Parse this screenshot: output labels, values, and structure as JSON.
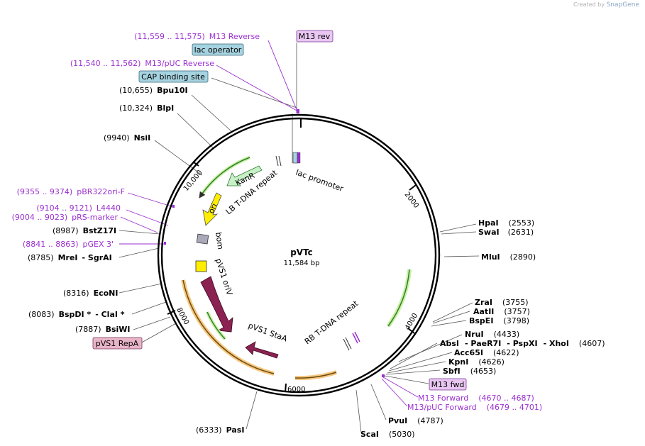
{
  "credit": {
    "prefix": "Created by",
    "brand": "SnapGene"
  },
  "plasmid": {
    "name": "pVTc",
    "size": "11,584 bp"
  },
  "ticks": [
    "2000",
    "4000",
    "6000",
    "8000",
    "10,000"
  ],
  "feature_labels": {
    "lac_promoter": "lac promoter",
    "lb_tdna": "LB T-DNA repeat",
    "rb_tdna": "RB T-DNA repeat",
    "kanr": "KanR",
    "ori": "ori",
    "bom": "bom",
    "pvs1_oriv": "pVS1 oriV",
    "pvs1_staa": "pVS1 StaA"
  },
  "boxes": {
    "m13_rev": "M13 rev",
    "lac_operator": "lac operator",
    "cap_binding": "CAP binding site",
    "m13_fwd": "M13 fwd",
    "pvs1_repa": "pVS1 RepA"
  },
  "primers_left": [
    {
      "pos": "(11,559 .. 11,575)",
      "name": "M13 Reverse"
    },
    {
      "pos": "(11,540 .. 11,562)",
      "name": "M13/pUC Reverse"
    },
    {
      "pos": "(9355 .. 9374)",
      "name": "pBR322ori-F"
    },
    {
      "pos": "(9104 .. 9121)",
      "name": "L4440"
    },
    {
      "pos": "(9004 .. 9023)",
      "name": "pRS-marker"
    },
    {
      "pos": "(8841 .. 8863)",
      "name": "pGEX 3'"
    }
  ],
  "primers_right": [
    {
      "name": "M13 Forward",
      "pos": "(4670 .. 4687)"
    },
    {
      "name": "M13/pUC Forward",
      "pos": "(4679 .. 4701)"
    }
  ],
  "sites_left": [
    {
      "pos": "(10,655)",
      "name": "Bpu10I"
    },
    {
      "pos": "(10,324)",
      "name": "BlpI"
    },
    {
      "pos": "(9940)",
      "name": "NsiI"
    },
    {
      "pos": "(8987)",
      "name": "BstZ17I"
    },
    {
      "pos": "(8785)",
      "name": "MreI",
      "extra": "- SgrAI"
    },
    {
      "pos": "(8316)",
      "name": "EcoNI"
    },
    {
      "pos": "(8083)",
      "name": "BspDI *",
      "extra": "- ClaI *"
    },
    {
      "pos": "(7887)",
      "name": "BsiWI"
    }
  ],
  "sites_right": [
    {
      "name": "HpaI",
      "pos": "(2553)"
    },
    {
      "name": "SwaI",
      "pos": "(2631)"
    },
    {
      "name": "MluI",
      "pos": "(2890)"
    },
    {
      "name": "ZraI",
      "pos": "(3755)"
    },
    {
      "name": "AatII",
      "pos": "(3757)"
    },
    {
      "name": "BspEI",
      "pos": "(3798)"
    },
    {
      "name": "NruI",
      "pos": "(4433)"
    },
    {
      "name": "AbsI",
      "extra1": "- PaeR7I",
      "extra2": "- PspXI",
      "extra3": "- XhoI",
      "pos": "(4607)"
    },
    {
      "name": "Acc65I",
      "pos": "(4622)"
    },
    {
      "name": "KpnI",
      "pos": "(4626)"
    },
    {
      "name": "SbfI",
      "pos": "(4653)"
    }
  ],
  "sites_bottom": [
    {
      "pos": "(6333)",
      "name": "PasI"
    },
    {
      "name": "ScaI",
      "pos": "(5030)"
    },
    {
      "name": "PvuI",
      "pos": "(4787)"
    }
  ],
  "colors": {
    "backbone": "#000000",
    "primer": "#9b2fd0",
    "kanr": "#c8f0c8",
    "ori": "#ffee00",
    "pvs1": "#8b2252",
    "repa_bg": "#f5c77e",
    "lac_box": "#a6d3e0",
    "m13_box": "#e9c7f2",
    "repa_box": "#e8b4c8",
    "green_arrow": "#2e9e2e"
  }
}
